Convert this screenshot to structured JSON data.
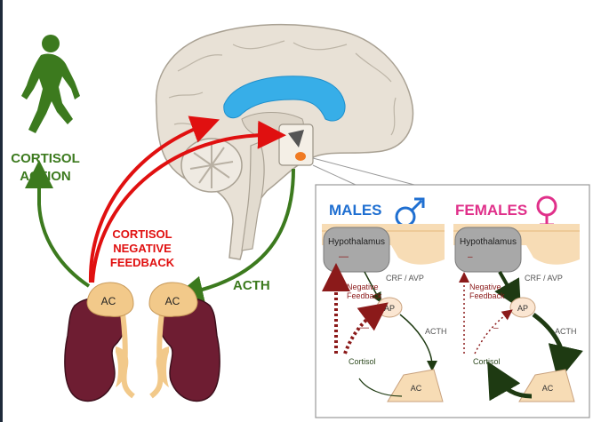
{
  "labels": {
    "cortisol_action_line1": "CORTISOL",
    "cortisol_action_line2": "ACTION",
    "feedback_line1": "CORTISOL",
    "feedback_line2": "NEGATIVE",
    "feedback_line3": "FEEDBACK",
    "acth": "ACTH",
    "ac_left": "AC",
    "ac_right": "AC"
  },
  "inset": {
    "males": {
      "title": "MALES",
      "hypothalamus": "Hypothalamus",
      "crf_avp": "CRF / AVP",
      "ap": "AP",
      "acth": "ACTH",
      "negative_feedback_line1": "Negative",
      "negative_feedback_line2": "Feedback",
      "cortisol": "Cortisol",
      "ac": "AC",
      "minus_top": "—",
      "minus_bottom": "—"
    },
    "females": {
      "title": "FEMALES",
      "hypothalamus": "Hypothalamus",
      "crf_avp": "CRF / AVP",
      "ap": "AP",
      "acth": "ACTH",
      "negative_feedback_line1": "Negative",
      "negative_feedback_line2": "Feedback",
      "cortisol": "Cortisol",
      "ac": "AC",
      "minus_top": "–",
      "minus_bottom": "–"
    }
  },
  "colors": {
    "green": "#3c7a1e",
    "red": "#e01010",
    "dark_red": "#8b1a1a",
    "males_blue": "#1f6fd1",
    "females_pink": "#e0308a",
    "kidney": "#6e1d32",
    "adrenal": "#f2c98a",
    "brain": "#e8e1d6"
  }
}
